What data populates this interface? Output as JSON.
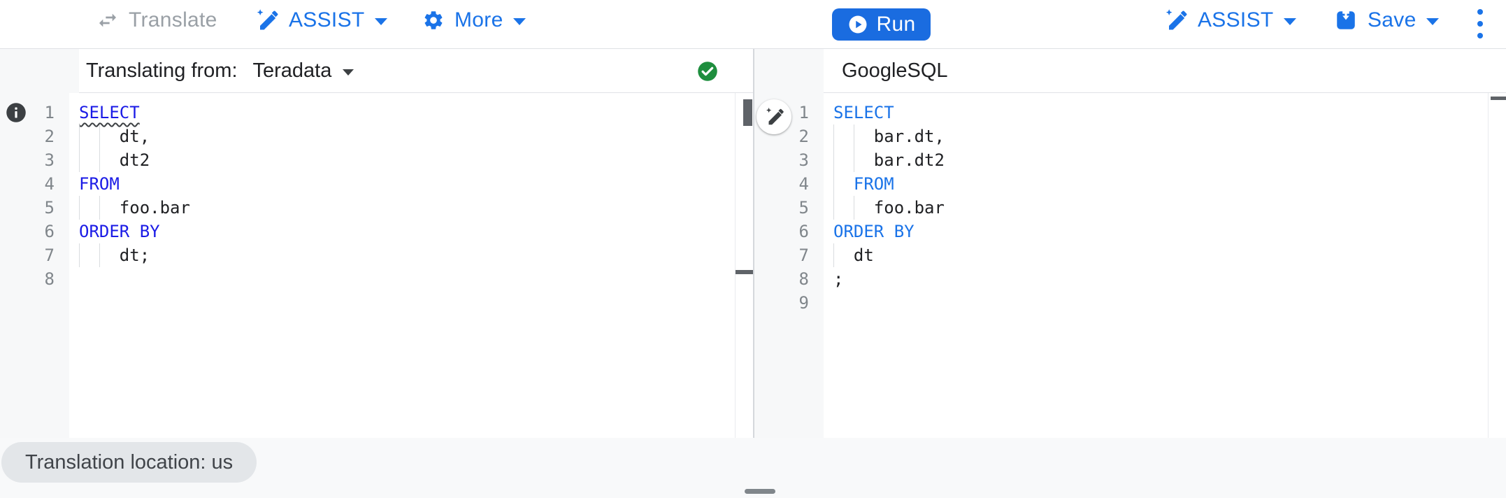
{
  "toolbar": {
    "translate_label": "Translate",
    "assist_label": "ASSIST",
    "more_label": "More",
    "run_label": "Run",
    "assist_right_label": "ASSIST",
    "save_label": "Save"
  },
  "colors": {
    "accent_blue": "#1a73e8",
    "run_button_bg": "#1a6ce0",
    "keyword_blue_source": "#1b1be6",
    "keyword_blue_target": "#1a73e8",
    "success_green": "#1e8e3e",
    "disabled_gray": "#9aa0a6"
  },
  "icons": {
    "translate": "swap-horizontal-arrows",
    "assist": "sparkle-pen",
    "more": "gear",
    "run": "play-circle",
    "save": "box-down-arrow",
    "overflow": "kebab-dots",
    "source_status": "green-check-circle",
    "line_info": "dark-info-circle",
    "inline_assist": "sparkle-pen"
  },
  "left_pane": {
    "header_prefix": "Translating from:",
    "dialect_selected": "Teradata",
    "editor_lines": [
      {
        "num": "1",
        "text": "SELECT",
        "kw": true,
        "squiggle": true,
        "guides": 0
      },
      {
        "num": "2",
        "text": "    dt,",
        "kw": false,
        "squiggle": false,
        "guides": 2
      },
      {
        "num": "3",
        "text": "    dt2",
        "kw": false,
        "squiggle": false,
        "guides": 2
      },
      {
        "num": "4",
        "text": "FROM",
        "kw": true,
        "squiggle": false,
        "guides": 0
      },
      {
        "num": "5",
        "text": "    foo.bar",
        "kw": false,
        "squiggle": false,
        "guides": 2
      },
      {
        "num": "6",
        "text": "ORDER BY",
        "kw": true,
        "squiggle": false,
        "guides": 0
      },
      {
        "num": "7",
        "text": "    dt;",
        "kw": false,
        "squiggle": false,
        "guides": 2
      },
      {
        "num": "8",
        "text": "",
        "kw": false,
        "squiggle": false,
        "guides": 0
      }
    ]
  },
  "right_pane": {
    "header_label": "GoogleSQL",
    "editor_lines": [
      {
        "num": "1",
        "text": "SELECT",
        "kw": true,
        "squiggle": false,
        "guides": 0
      },
      {
        "num": "2",
        "text": "    bar.dt,",
        "kw": false,
        "squiggle": false,
        "guides": 2
      },
      {
        "num": "3",
        "text": "    bar.dt2",
        "kw": false,
        "squiggle": false,
        "guides": 2
      },
      {
        "num": "4",
        "text": "  FROM",
        "kw": true,
        "squiggle": false,
        "guides": 1
      },
      {
        "num": "5",
        "text": "    foo.bar",
        "kw": false,
        "squiggle": false,
        "guides": 2
      },
      {
        "num": "6",
        "text": "ORDER BY",
        "kw": true,
        "squiggle": false,
        "guides": 0
      },
      {
        "num": "7",
        "text": "  dt",
        "kw": false,
        "squiggle": false,
        "guides": 1
      },
      {
        "num": "8",
        "text": ";",
        "kw": false,
        "squiggle": false,
        "guides": 0
      },
      {
        "num": "9",
        "text": "",
        "kw": false,
        "squiggle": false,
        "guides": 0
      }
    ]
  },
  "footer": {
    "location_chip": "Translation location: us"
  }
}
